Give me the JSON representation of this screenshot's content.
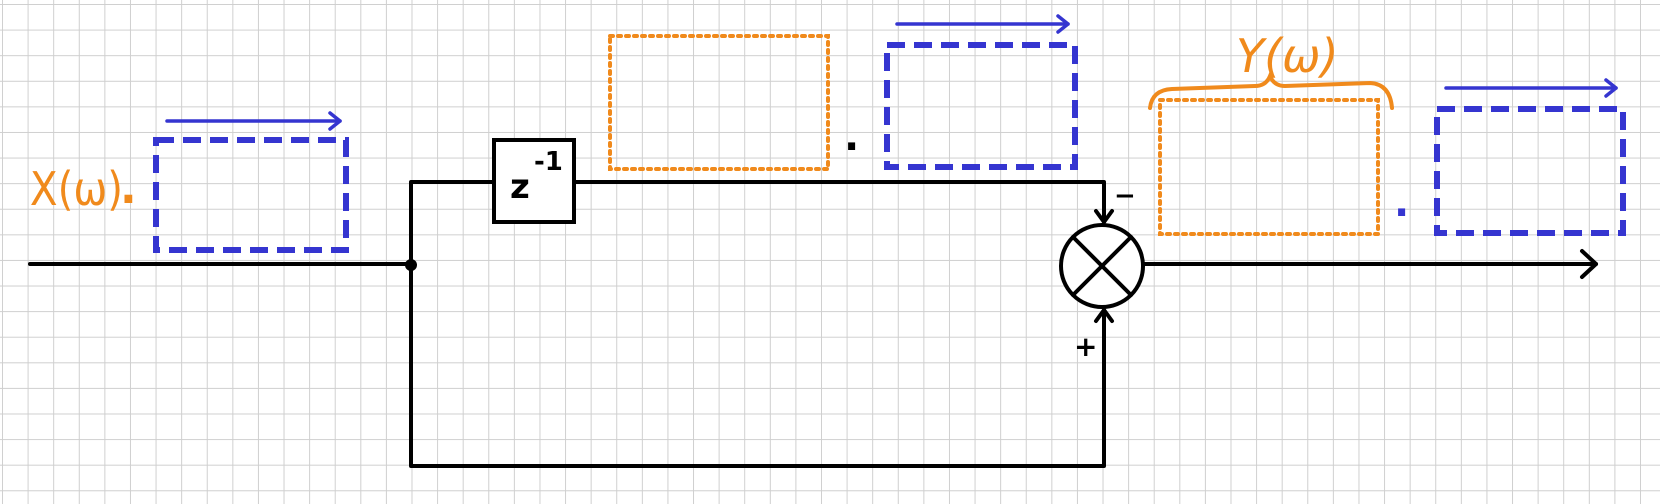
{
  "labels": {
    "input_signal": "X(ω)",
    "output_signal": "Y(ω)",
    "delay_block": "z",
    "delay_exponent": "-1",
    "sum_minus": "−",
    "sum_plus": "+",
    "multiply_dot": "·"
  },
  "colors": {
    "blank_answer_box": "#3535d0",
    "highlight_box": "#f08a1c",
    "line": "#000000"
  }
}
